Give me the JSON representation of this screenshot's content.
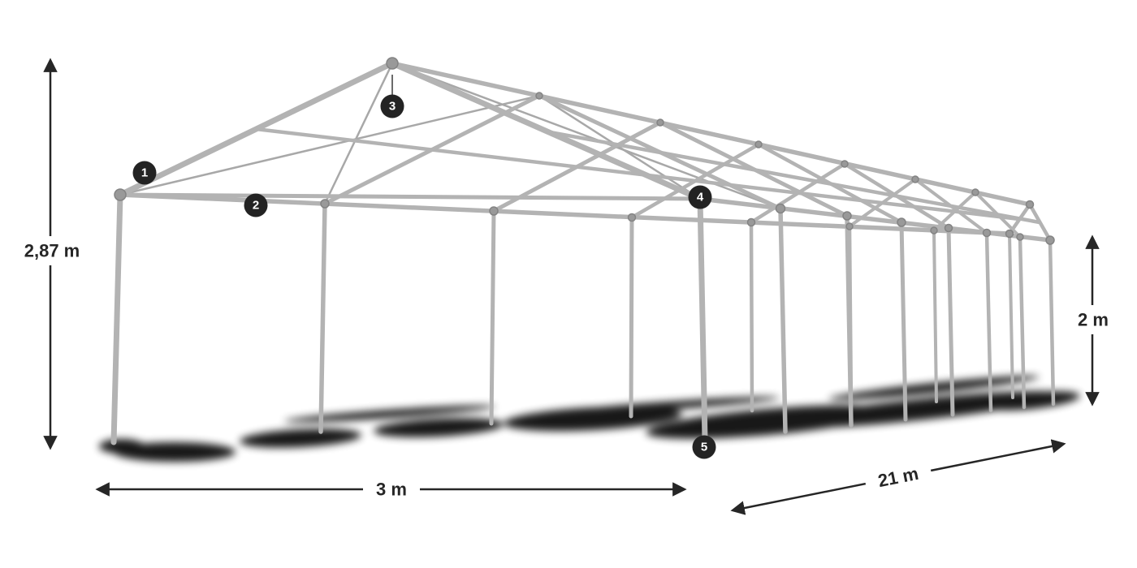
{
  "diagram": {
    "type": "tent-frame-perspective-diagram",
    "background_color": "#ffffff",
    "frame_color": "#b3b3b3",
    "joint_color": "#999999",
    "shadow_color": "#000000",
    "annotation_color": "#262626",
    "badge_background_color": "#232323",
    "badge_text_color": "#ffffff",
    "dimensions": {
      "ridge_height": "2,87 m",
      "width": "3 m",
      "length": "21 m",
      "side_height": "2 m"
    },
    "badges": [
      "1",
      "2",
      "3",
      "4",
      "5"
    ]
  }
}
